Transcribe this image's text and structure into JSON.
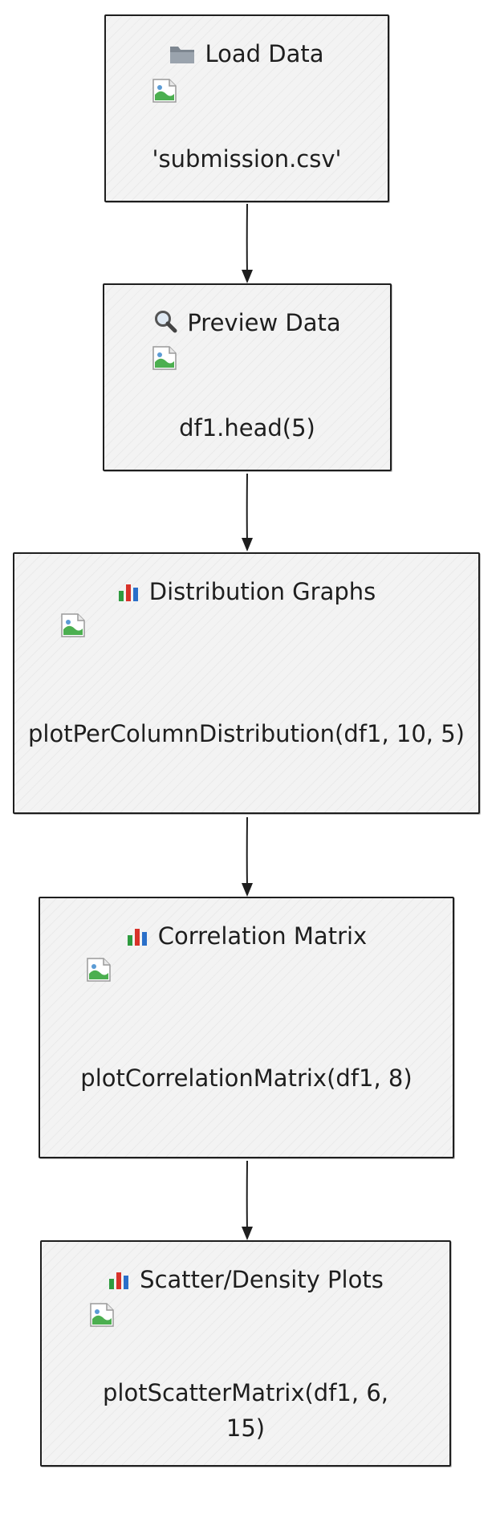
{
  "nodes": [
    {
      "id": "load-data",
      "icon": "folder-icon",
      "title": "Load Data",
      "code": "'submission.csv'"
    },
    {
      "id": "preview-data",
      "icon": "magnifier-icon",
      "title": "Preview Data",
      "code": "df1.head(5)"
    },
    {
      "id": "distribution-graphs",
      "icon": "bar-chart-icon",
      "title": "Distribution Graphs",
      "code": "plotPerColumnDistribution(df1, 10, 5)"
    },
    {
      "id": "correlation-matrix",
      "icon": "bar-chart-icon",
      "title": "Correlation Matrix",
      "code": "plotCorrelationMatrix(df1, 8)"
    },
    {
      "id": "scatter-density-plots",
      "icon": "bar-chart-icon",
      "title": "Scatter/Density Plots",
      "code": "plotScatterMatrix(df1, 6, 15)"
    }
  ],
  "edges": [
    {
      "from": "load-data",
      "to": "preview-data"
    },
    {
      "from": "preview-data",
      "to": "distribution-graphs"
    },
    {
      "from": "distribution-graphs",
      "to": "correlation-matrix"
    },
    {
      "from": "correlation-matrix",
      "to": "scatter-density-plots"
    }
  ]
}
